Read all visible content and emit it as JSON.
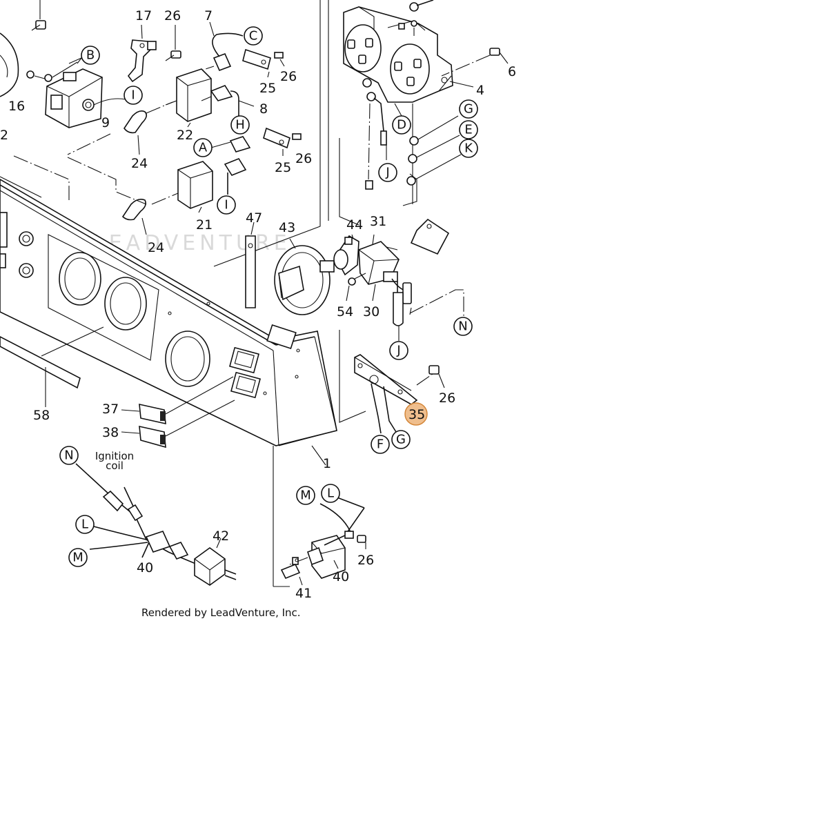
{
  "watermark": "LEADVENTURE",
  "caption": "Rendered by LeadVenture, Inc.",
  "ignition_label_line1": "Ignition",
  "ignition_label_line2": "coil",
  "highlight_color": "#e8a25c",
  "highlighted_part": "35",
  "part_labels": {
    "p17": "17",
    "p26a": "26",
    "p7": "7",
    "p25a": "25",
    "p26b": "26",
    "p8": "8",
    "p16": "16",
    "p9": "9",
    "p22": "22",
    "p24a": "24",
    "p25b": "25",
    "p26c": "26",
    "p21": "21",
    "p24b": "24",
    "p47": "47",
    "p43": "43",
    "p44": "44",
    "p31": "31",
    "p54": "54",
    "p30": "30",
    "p4": "4",
    "p6": "6",
    "p58": "58",
    "p37": "37",
    "p38": "38",
    "p1": "1",
    "p35": "35",
    "p26d": "26",
    "p42": "42",
    "p40a": "40",
    "p40b": "40",
    "p41": "41",
    "p26e": "26",
    "p2": "2"
  },
  "callouts": {
    "B": "B",
    "C": "C",
    "I1": "I",
    "H": "H",
    "A": "A",
    "I2": "I",
    "D": "D",
    "G1": "G",
    "E": "E",
    "K": "K",
    "J1": "J",
    "N1": "N",
    "J2": "J",
    "F": "F",
    "G2": "G",
    "N2": "N",
    "L1": "L",
    "M1": "M",
    "M2": "M",
    "L2": "L"
  }
}
